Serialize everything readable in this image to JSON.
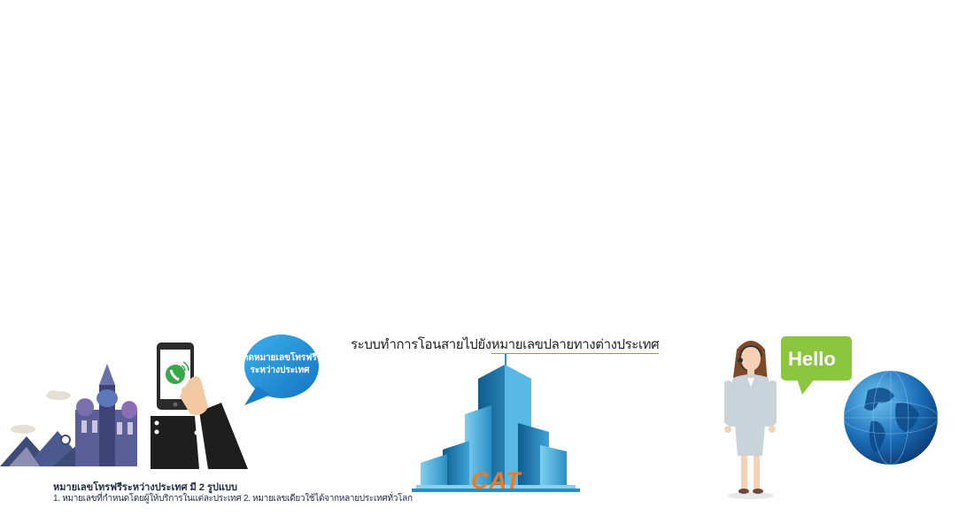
{
  "bubble_left": {
    "text_line1": "กดหมายเลขโทรฟรี",
    "text_line2": "ระหว่างประเทศ"
  },
  "headline": {
    "part1": "ระบบทำการโอนสายไปยัง",
    "part2": "หมายเลขปลายทางต่างประเทศ"
  },
  "building_logo": "CAT",
  "hello_bubble": "Hello",
  "caption": {
    "title": "หมายเลขโทรฟรีระหว่างประเทศ มี 2 รูปแบบ",
    "body": "1. หมายเลขที่กำหนดโดยผู้ให้บริการในแต่ละประเทศ 2. หมายเลขเดียวใช้ได้จากหลายประเทศทั่วโลก"
  },
  "colors": {
    "blue_bubble": "#1a8fd6",
    "green_bubble": "#8cc63f",
    "cat_orange": "#f07a22",
    "building_blue": "#2a8fc4"
  }
}
